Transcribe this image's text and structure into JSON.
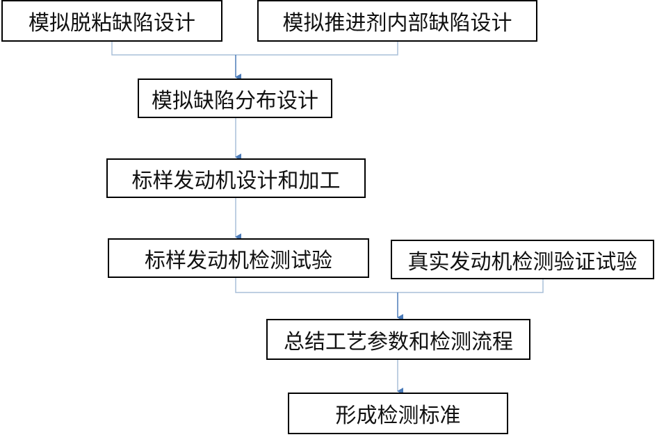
{
  "colors": {
    "connector": "#a9bfd9",
    "arrow": "#4a7ab8",
    "border": "#000000"
  },
  "nodes": {
    "debond_defect": "模拟脱粘缺陷设计",
    "propellant_defect": "模拟推进剂内部缺陷设计",
    "distribution": "模拟缺陷分布设计",
    "sample_engine": "标样发动机设计和加工",
    "sample_test": "标样发动机检测试验",
    "real_test": "真实发动机检测验证试验",
    "summary": "总结工艺参数和检测流程",
    "standard": "形成检测标准"
  }
}
